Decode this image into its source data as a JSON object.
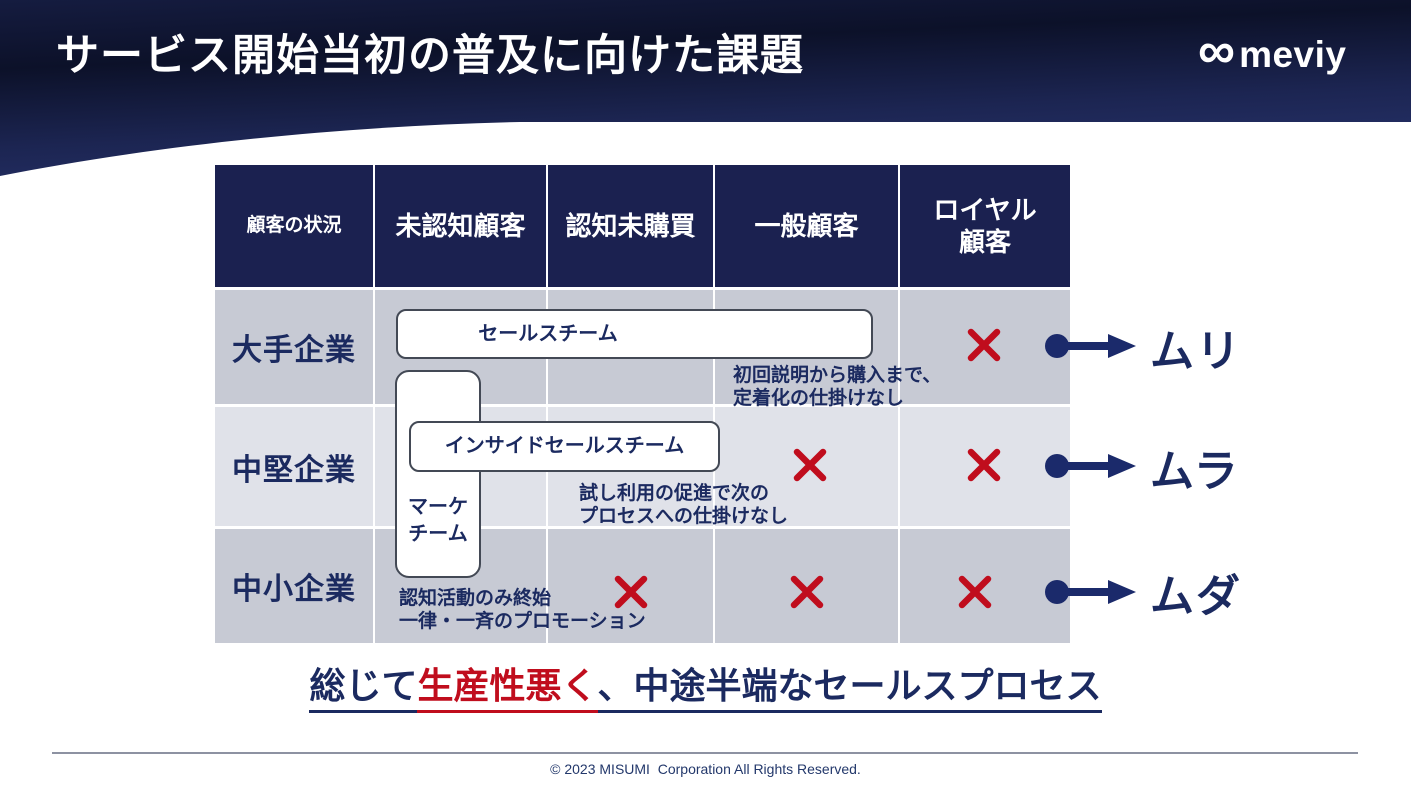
{
  "slide": {
    "title": "サービス開始当初の普及に向けた課題",
    "brand": "meviy",
    "footer_copyright": "© 2023 MISUMI  Corporation All Rights Reserved.",
    "conclusion": {
      "part1": "総じて",
      "part2_highlight": "生産性悪く",
      "part3": "、中途半端なセールスプロセス"
    }
  },
  "table": {
    "corner_header": "顧客の状況",
    "columns": [
      "未認知顧客",
      "認知未購買",
      "一般顧客",
      "ロイヤル顧客"
    ],
    "rows": [
      {
        "label": "大手企業",
        "x_columns": [
          "ロイヤル顧客"
        ],
        "result": "ムリ"
      },
      {
        "label": "中堅企業",
        "x_columns": [
          "一般顧客",
          "ロイヤル顧客"
        ],
        "result": "ムラ"
      },
      {
        "label": "中小企業",
        "x_columns": [
          "認知未購買",
          "一般顧客",
          "ロイヤル顧客"
        ],
        "result": "ムダ"
      }
    ]
  },
  "teams": {
    "sales": "セールスチーム",
    "inside_sales": "インサイドセールスチーム",
    "marketing_line1": "マーケ",
    "marketing_line2": "チーム"
  },
  "annotations": {
    "enterprise_line1": "初回説明から購入まで、",
    "enterprise_line2": "定着化の仕掛けなし",
    "midsize_line1": "試し利用の促進で次の",
    "midsize_line2": "プロセスへの仕掛けなし",
    "small_line1": "認知活動のみ終始",
    "small_line2": "一律・一斉のプロモーション"
  },
  "colors": {
    "banner_dark": "#0c1129",
    "banner_light": "#232e63",
    "header_cell_navy": "#1b2150",
    "row_gray": "#c7cad4",
    "row_light_gray": "#e0e2e9",
    "text_navy": "#1b2a60",
    "arrow_navy": "#1b2a6b",
    "x_red": "#c00d1d",
    "highlight_red": "#c00d1d",
    "footer_line_gray": "#8d92a2"
  }
}
